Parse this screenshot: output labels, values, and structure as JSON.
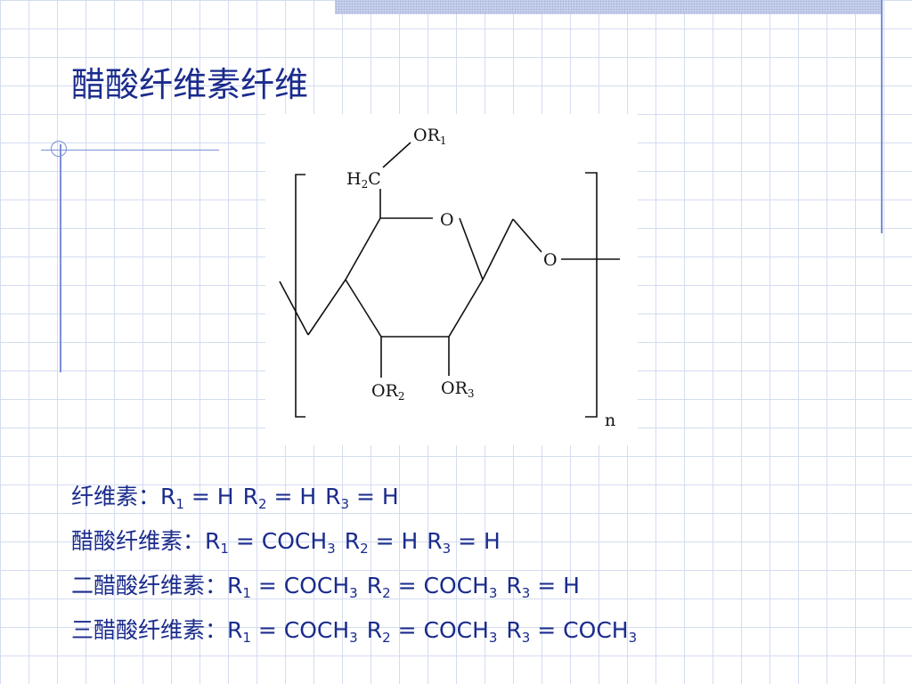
{
  "slide": {
    "title": "醋酸纤维素纤维",
    "structure": {
      "labels": {
        "o_r1": "OR",
        "r1_sub": "1",
        "h2c_h": "H",
        "h2c_sub": "2",
        "h2c_c": "C",
        "ring_o": "O",
        "bridge_o": "O",
        "o_r2": "OR",
        "r2_sub": "2",
        "o_r3": "OR",
        "r3_sub": "3",
        "repeat_n": "n"
      }
    },
    "formulas": [
      {
        "name": "纤维素：",
        "r1": "R",
        "r1_sub": "1",
        "r1_val": " = H",
        "r2": "R",
        "r2_sub": "2",
        "r2_val": " = H",
        "r3": "R",
        "r3_sub": "3",
        "r3_val": " = H"
      },
      {
        "name": "醋酸纤维素：",
        "r1": "R",
        "r1_sub": "1",
        "r1_val": " = COCH",
        "r1_val_sub": "3",
        "r2": "R",
        "r2_sub": "2",
        "r2_val": " = H",
        "r3": "R",
        "r3_sub": "3",
        "r3_val": " = H"
      },
      {
        "name": "二醋酸纤维素：",
        "r1": "R",
        "r1_sub": "1",
        "r1_val": " = COCH",
        "r1_val_sub": "3",
        "r2": "R",
        "r2_sub": "2",
        "r2_val": " = COCH",
        "r2_val_sub": "3",
        "r3": "R",
        "r3_sub": "3",
        "r3_val": " = H"
      },
      {
        "name": "三醋酸纤维素：",
        "r1": "R",
        "r1_sub": "1",
        "r1_val": " = COCH",
        "r1_val_sub": "3",
        "r2": "R",
        "r2_sub": "2",
        "r2_val": " = COCH",
        "r2_val_sub": "3",
        "r3": "R",
        "r3_sub": "3",
        "r3_val": " = COCH",
        "r3_val_sub": "3"
      }
    ],
    "colors": {
      "text": "#1a2b8c",
      "grid": "#d3dcf0",
      "accent_line": "#7a8fd6"
    }
  }
}
